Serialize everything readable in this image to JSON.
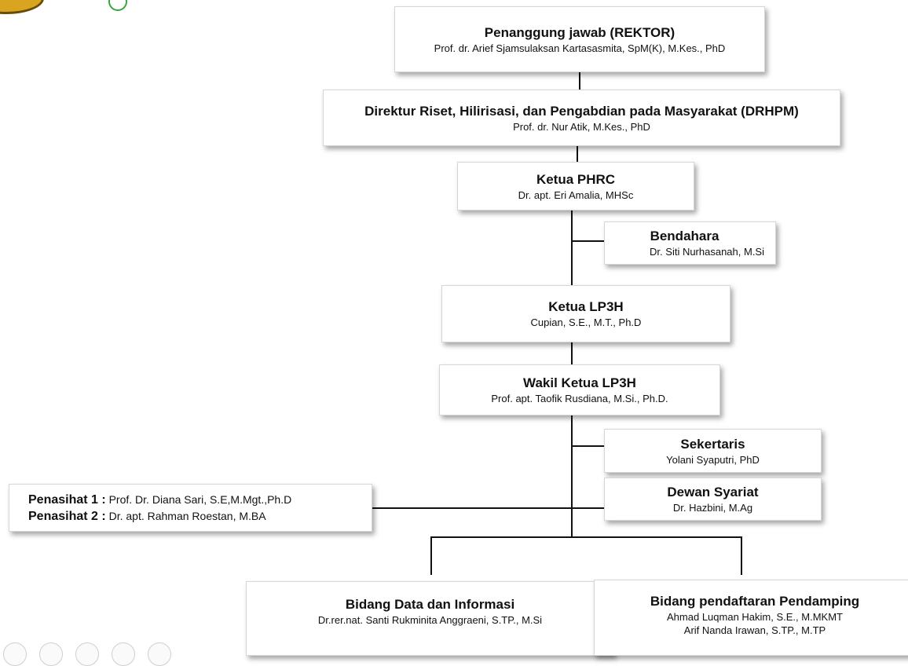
{
  "rektor": {
    "title": "Penanggung jawab (REKTOR)",
    "name": "Prof. dr. Arief Sjamsulaksan Kartasasmita, SpM(K), M.Kes., PhD"
  },
  "drhpm": {
    "title": "Direktur Riset, Hilirisasi, dan Pengabdian pada Masyarakat (DRHPM)",
    "name": "Prof. dr. Nur Atik, M.Kes., PhD"
  },
  "phrc": {
    "title": "Ketua PHRC",
    "name": "Dr. apt. Eri Amalia, MHSc"
  },
  "bendahara": {
    "title": "Bendahara",
    "name": "Dr. Siti Nurhasanah, M.Si"
  },
  "lp3h": {
    "title": "Ketua LP3H",
    "name": "Cupian, S.E., M.T., Ph.D"
  },
  "wakil": {
    "title": "Wakil Ketua LP3H",
    "name": "Prof. apt. Taofik Rusdiana, M.Si., Ph.D."
  },
  "sekertaris": {
    "title": "Sekertaris",
    "name": "Yolani Syaputri, PhD"
  },
  "dewan": {
    "title": "Dewan Syariat",
    "name": "Dr. Hazbini, M.Ag"
  },
  "penasihat": {
    "label1": "Penasihat 1 :",
    "name1": "Prof. Dr. Diana Sari, S.E,M.Mgt.,Ph.D",
    "label2": "Penasihat 2 :",
    "name2": "Dr. apt. Rahman Roestan, M.BA"
  },
  "bidang_data": {
    "title": "Bidang Data dan Informasi",
    "name": "Dr.rer.nat. Santi Rukminita Anggraeni, S.TP., M.Si"
  },
  "bidang_pendaftaran": {
    "title": "Bidang pendaftaran Pendamping",
    "name1": "Ahmad Luqman Hakim, S.E., M.MKMT",
    "name2": "Arif Nanda Irawan, S.TP., M.TP"
  },
  "colors": {
    "line": "#111111",
    "box_border": "#d6d6d6",
    "logo_gold": "#d9a521",
    "logo_green": "#39a53e"
  }
}
